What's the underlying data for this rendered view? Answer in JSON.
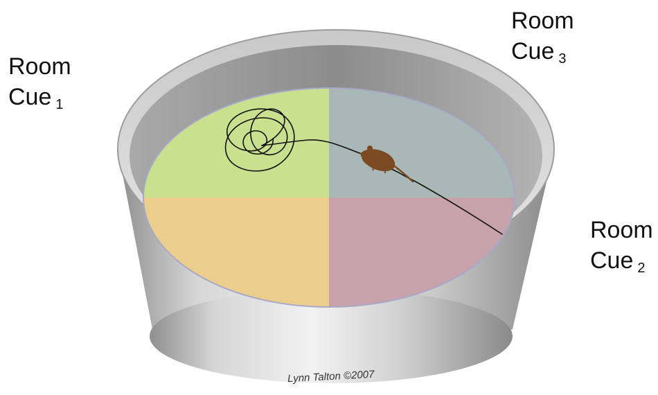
{
  "room_cues": [
    {
      "word": "Room",
      "label": "Cue",
      "number": "1"
    },
    {
      "word": "Room",
      "label": "Cue",
      "number": "2"
    },
    {
      "word": "Room",
      "label": "Cue",
      "number": "3"
    }
  ],
  "credit": "Lynn Talton ©2007",
  "colors": {
    "quadrant_top_left": "#c9e08e",
    "quadrant_top_right": "#a8b8b6",
    "quadrant_bottom_left": "#ecce8c",
    "quadrant_bottom_right": "#c7a2ab",
    "tank_wall": "#b8b8b8",
    "rat": "#7b4a22",
    "swim_path": "#111111"
  }
}
